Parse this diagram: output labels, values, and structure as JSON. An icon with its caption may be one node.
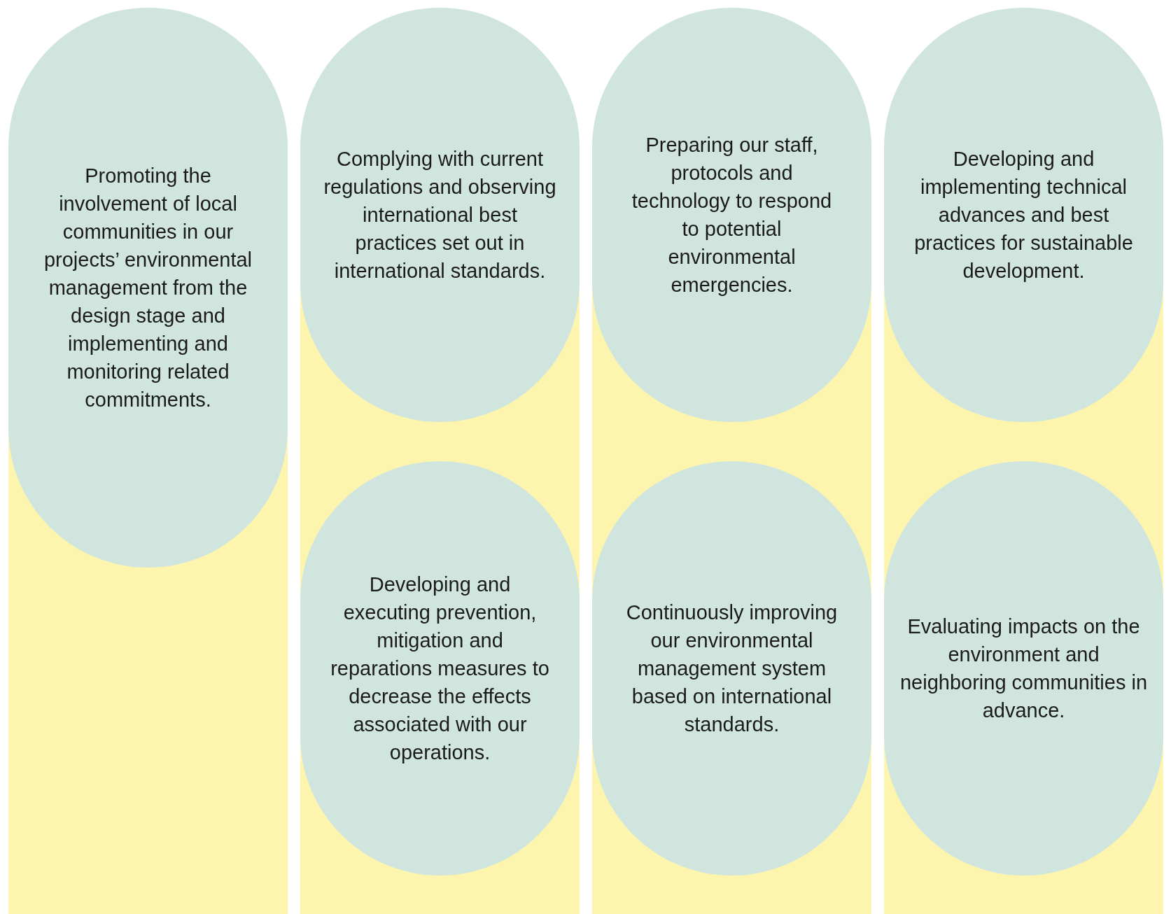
{
  "diagram": {
    "nodes": [
      {
        "text": [],
        "shape": "bar"
      },
      {
        "text": [],
        "shape": "bar"
      },
      {
        "text": [],
        "shape": "bar"
      },
      {
        "text": [],
        "shape": "bar"
      },
      {
        "text": [
          "Promoting the involvement of local communities in our projects’ environmental management from the design stage and implementing and monitoring related commitments."
        ],
        "in": 0
      },
      {
        "text": [
          "Complying with current regulations and observing international best practices set out in international standards."
        ],
        "in": 1
      },
      {
        "text": [
          "Preparing our staff, protocols and technology to respond to potential environmental emergencies."
        ],
        "in": 2
      },
      {
        "text": [
          "Developing and implementing technical advances and best practices for sustainable development."
        ],
        "in": 3
      },
      {
        "text": [
          "Developing and executing prevention, mitigation and reparations measures to decrease the effects associated with our operations."
        ],
        "in": 1
      },
      {
        "text": [
          "Continuously improving our environmental management system based on international standards."
        ],
        "in": 2
      },
      {
        "text": [
          "Evaluating impacts on the environment and neighboring communities in advance."
        ],
        "in": 3
      }
    ]
  }
}
